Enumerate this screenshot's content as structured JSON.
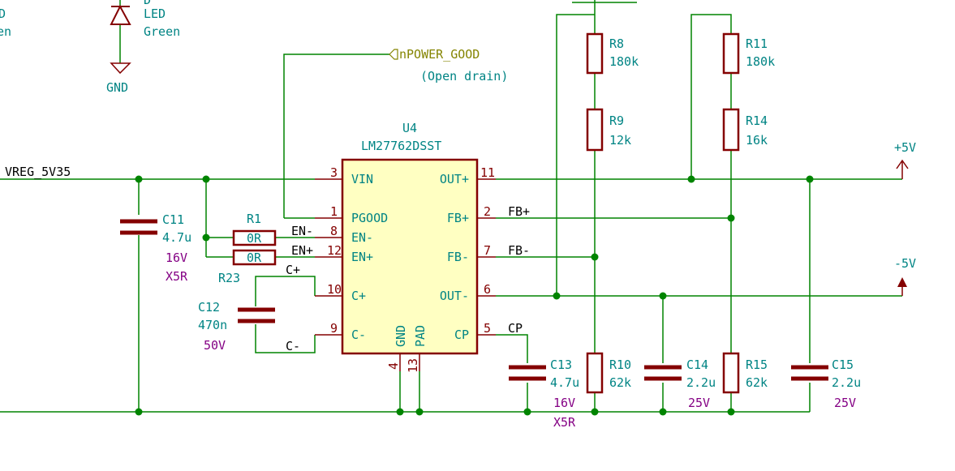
{
  "colors": {
    "wire": "#008400",
    "body_stroke": "#840000",
    "body_fill": "#ffffc2",
    "reference": "#008484",
    "value": "#840084",
    "net_label": "#000000",
    "global_label": "#848400",
    "pin_label": "#008484"
  },
  "top_left": {
    "partial_text": "en",
    "partial_char": "D",
    "led_ref": "D",
    "led_value": "LED",
    "led_color": "Green",
    "gnd_label": "GND"
  },
  "nets": {
    "vreg": "VREG_5V35",
    "en_minus": "EN-",
    "en_plus": "EN+",
    "c_plus": "C+",
    "c_minus": "C-",
    "fb_plus": "FB+",
    "fb_minus": "FB-",
    "cp": "CP"
  },
  "power": {
    "pos": "+5V",
    "neg": "-5V"
  },
  "global_label": {
    "text": "nPOWER_GOOD",
    "note": "(Open drain)"
  },
  "ic": {
    "ref": "U4",
    "value": "LM27762DSST",
    "pins": {
      "vin": {
        "name": "VIN",
        "num": "3"
      },
      "pgood": {
        "name": "PGOOD",
        "num": "1"
      },
      "enm": {
        "name": "EN-",
        "num": "8"
      },
      "enp": {
        "name": "EN+",
        "num": "12"
      },
      "cp": {
        "name": "C+",
        "num": "10"
      },
      "cm": {
        "name": "C-",
        "num": "9"
      },
      "gnd": {
        "name": "GND",
        "num": "4"
      },
      "pad": {
        "name": "PAD",
        "num": "13"
      },
      "outp": {
        "name": "OUT+",
        "num": "11"
      },
      "fbp": {
        "name": "FB+",
        "num": "2"
      },
      "fbm": {
        "name": "FB-",
        "num": "7"
      },
      "outm": {
        "name": "OUT-",
        "num": "6"
      },
      "cpin": {
        "name": "CP",
        "num": "5"
      }
    }
  },
  "components": {
    "C11": {
      "ref": "C11",
      "value": "4.7u",
      "voltage": "16V",
      "dielectric": "X5R"
    },
    "R1": {
      "ref": "R1",
      "value": "0R"
    },
    "R23": {
      "ref": "R23",
      "value": "0R"
    },
    "C12": {
      "ref": "C12",
      "value": "470n",
      "voltage": "50V"
    },
    "R8": {
      "ref": "R8",
      "value": "180k"
    },
    "R9": {
      "ref": "R9",
      "value": "12k"
    },
    "R10": {
      "ref": "R10",
      "value": "62k"
    },
    "R11": {
      "ref": "R11",
      "value": "180k"
    },
    "R14": {
      "ref": "R14",
      "value": "16k"
    },
    "R15": {
      "ref": "R15",
      "value": "62k"
    },
    "C13": {
      "ref": "C13",
      "value": "4.7u",
      "voltage": "16V",
      "dielectric": "X5R"
    },
    "C14": {
      "ref": "C14",
      "value": "2.2u",
      "voltage": "25V"
    },
    "C15": {
      "ref": "C15",
      "value": "2.2u",
      "voltage": "25V"
    }
  }
}
